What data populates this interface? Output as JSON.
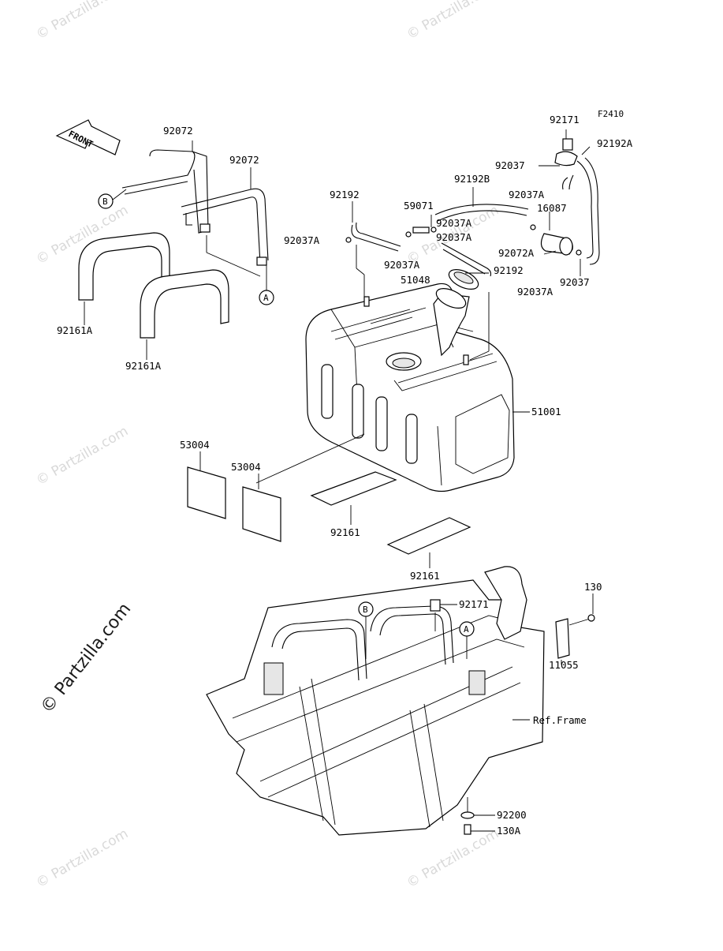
{
  "figure_code": "F2410",
  "front_label": "FRONT",
  "watermark_text": "© Partzilla.com",
  "copyright_text": "© Partzilla.com",
  "ref_markers": {
    "a": "A",
    "b": "B"
  },
  "parts": {
    "p92072_1": "92072",
    "p92072_2": "92072",
    "p92161A_1": "92161A",
    "p92161A_2": "92161A",
    "p92192": "92192",
    "p92037A_left": "92037A",
    "p59071": "59071",
    "p92192B": "92192B",
    "p92037A_a": "92037A",
    "p92037A_b": "92037A",
    "p92037A_c": "92037A",
    "p92037A_d": "92037A",
    "p92037A_e": "92037A",
    "p92192_2": "92192",
    "p51048": "51048",
    "p92171_top": "92171",
    "p92192A": "92192A",
    "p92037_top": "92037",
    "p16087": "16087",
    "p92072A": "92072A",
    "p92037_right": "92037",
    "p51001": "51001",
    "p53004_1": "53004",
    "p53004_2": "53004",
    "p92161_1": "92161",
    "p92161_2": "92161",
    "p92171_bottom": "92171",
    "p130": "130",
    "p11055": "11055",
    "ref_frame": "Ref.Frame",
    "p92200": "92200",
    "p130A": "130A"
  }
}
